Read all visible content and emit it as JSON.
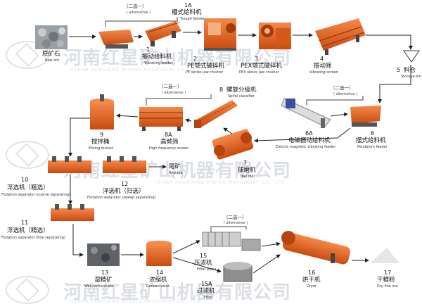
{
  "labels": {
    "raw_ore": {
      "cn": "原矿石",
      "en": "Raw ore"
    },
    "vibrating_feeder": {
      "num": "1",
      "cn": "振动给料机",
      "en": "Vibrating feeder"
    },
    "trough_feeder": {
      "num": "1A",
      "cn": "槽式给料机",
      "en": "Trough feeder"
    },
    "pe_crusher": {
      "num": "2",
      "cn": "PE颚式破碎机",
      "en": "PE series jaw crusher"
    },
    "pex_crusher": {
      "num": "3",
      "cn": "PEX颚式破碎机",
      "en": "PEX series jaw crusher"
    },
    "vibrating_screen": {
      "num": "4",
      "cn": "振动筛",
      "en": "Vibrating screen"
    },
    "storage_bin": {
      "num": "5",
      "cn": "料仓",
      "en": "Storage bin"
    },
    "pendulum_feeder": {
      "num": "6",
      "cn": "摆式给料机",
      "en": "Pendulum feeder"
    },
    "em_feeder": {
      "num": "6A",
      "cn": "电磁振动给料机",
      "en": "Electric magnetic vibrating feeder"
    },
    "ball_mill": {
      "num": "7",
      "cn": "球磨机",
      "en": "Ball mill"
    },
    "spiral_classifier": {
      "num": "8",
      "cn": "螺旋分级机",
      "en": "Spiral classifier"
    },
    "hf_screen": {
      "num": "8A",
      "cn": "高频筛",
      "en": "High frequency screen"
    },
    "mixing_bucket": {
      "num": "9",
      "cn": "搅拌桶",
      "en": "Mixing bucket"
    },
    "flotation_coarse": {
      "num": "10",
      "cn": "浮选机（粗选）",
      "en": "Flotation separator (coarse separating)"
    },
    "flotation_fine": {
      "num": "11",
      "cn": "浮选机（精选）",
      "en": "Flotation separator (fine separating)"
    },
    "flotation_sweep": {
      "num": "12",
      "cn": "浮选机（扫选）",
      "en": "Flotation separator (sweep separating)"
    },
    "residue": {
      "cn": "尾矿",
      "en": "Residue"
    },
    "wet_concentrate": {
      "num": "13",
      "cn": "湿精矿",
      "en": "Wet concentrate"
    },
    "concentrator": {
      "num": "14",
      "cn": "浓缩机",
      "en": "Concentrator"
    },
    "filter_press": {
      "num": "15",
      "cn": "压滤机",
      "en": "Filter press"
    },
    "filter": {
      "num": "15A",
      "cn": "过滤机",
      "en": "Filter"
    },
    "dryer": {
      "num": "16",
      "cn": "烘干机",
      "en": "Dryer"
    },
    "dry_fine_ore": {
      "num": "17",
      "cn": "干精粉",
      "en": "Dry fine ore"
    }
  },
  "alternatives": {
    "alt1": {
      "cn": "（二选一）",
      "en": "( alternative )"
    },
    "alt2": {
      "cn": "（二选一）",
      "en": "( alternative )"
    },
    "alt3": {
      "cn": "（二选一）",
      "en": "( alternative )"
    },
    "alt4": {
      "cn": "（二选一）",
      "en": "( alternative )"
    }
  },
  "watermark": {
    "cn": "河南红星矿山机器有限公司",
    "en": "HENAN HONGXING MINING MACHINERY CO., LTD"
  },
  "colors": {
    "machine_orange": "#e8651a",
    "machine_dark": "#b9430e",
    "flow_line": "#222222",
    "watermark": "#9aa6b6"
  }
}
